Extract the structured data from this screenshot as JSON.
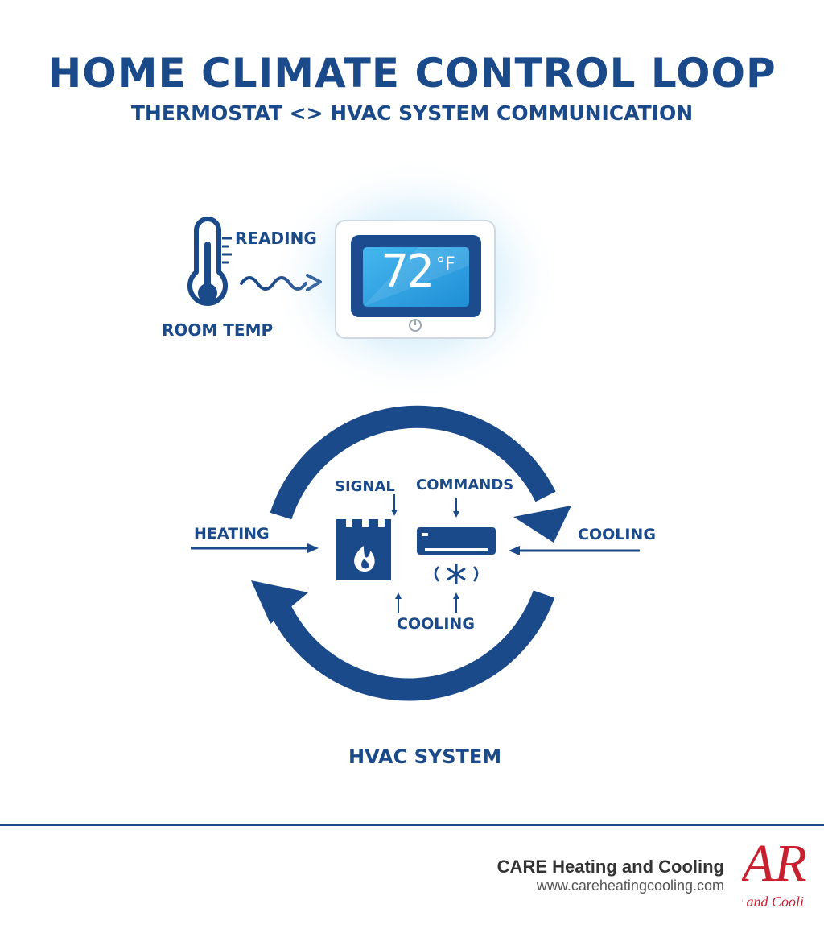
{
  "header": {
    "title": "HOME CLIMATE CONTROL LOOP",
    "subtitle": "THERMOSTAT <> HVAC SYSTEM COMMUNICATION"
  },
  "sensor": {
    "reading_label": "READING",
    "room_label": "ROOM TEMP"
  },
  "thermostat": {
    "display_temp": "72",
    "display_unit": "°F"
  },
  "loop": {
    "signal_label": "SIGNAL",
    "commands_label": "COMMANDS",
    "heating_label": "HEATING",
    "cooling_right_label": "COOLING",
    "cooling_bottom_label": "COOLING",
    "system_label": "HVAC SYSTEM"
  },
  "footer": {
    "company_name": "CARE Heating and Cooling",
    "company_url": "www.careheatingcooling.com",
    "logo_letters": "AR",
    "logo_tagline": "g and Cooli"
  },
  "colors": {
    "navy": "#1b4a8a",
    "screen_blue": "#2fa6e6",
    "logo_red": "#c8202f"
  }
}
